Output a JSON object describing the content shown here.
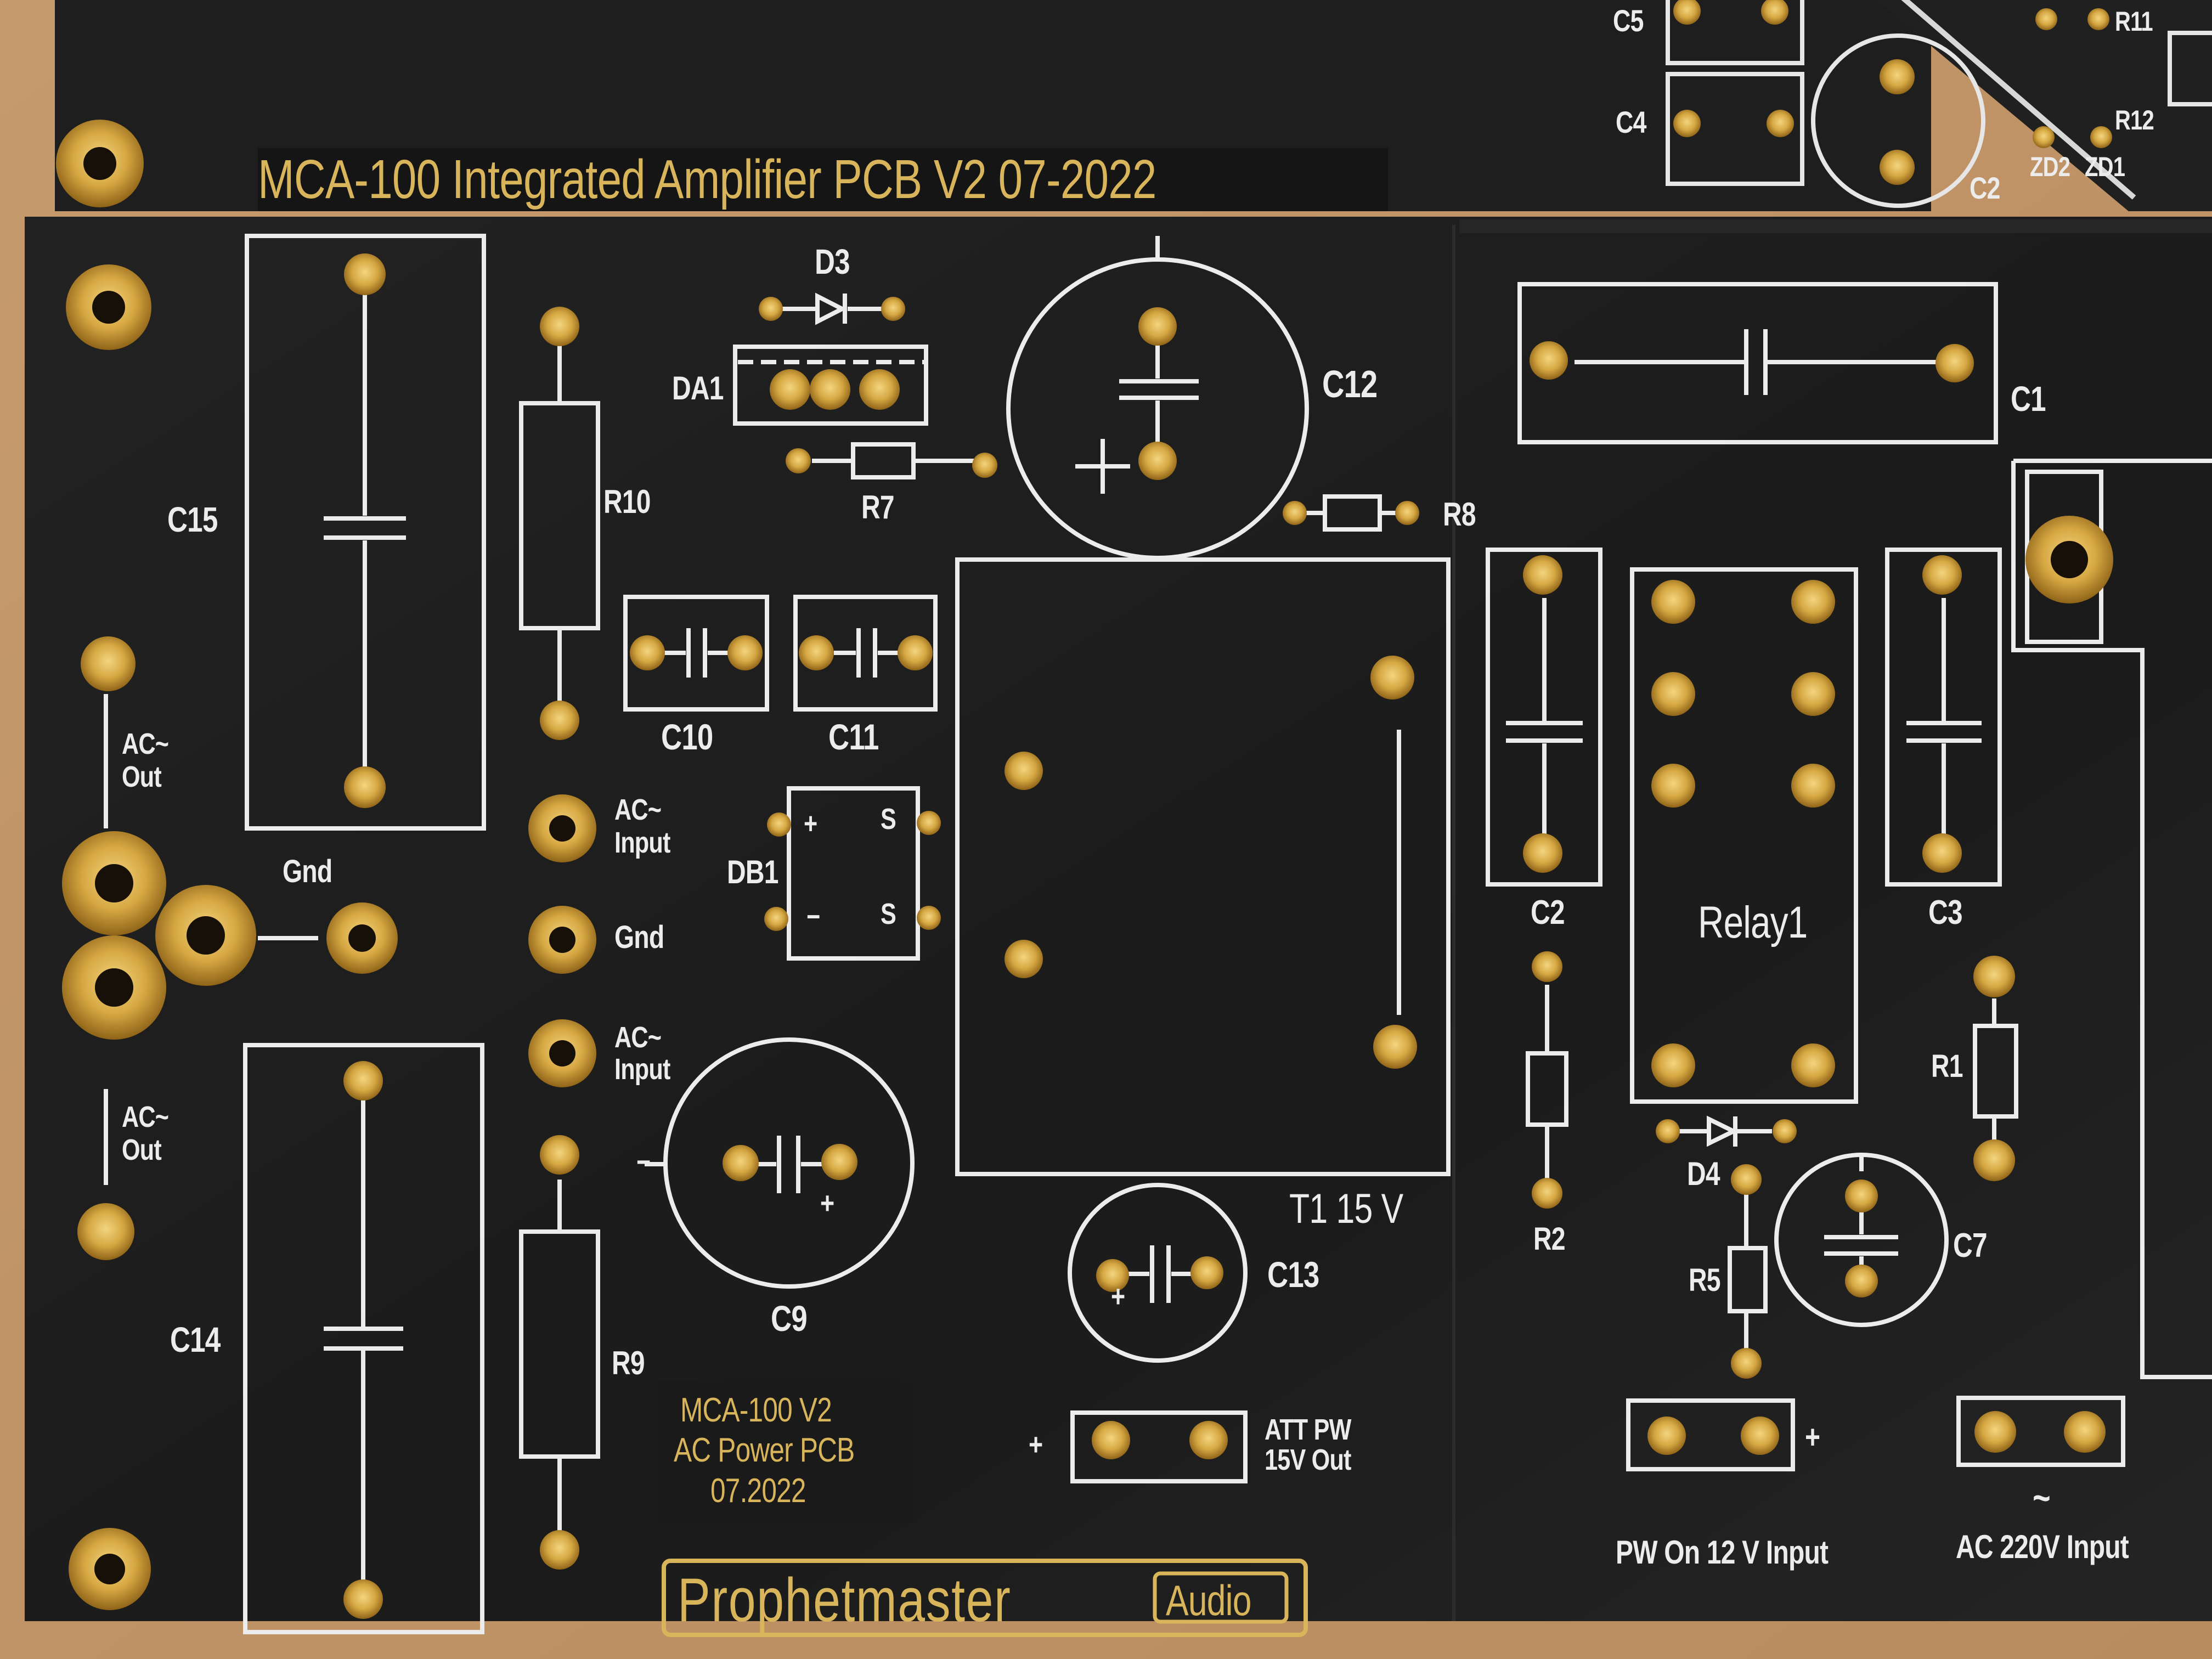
{
  "top_board": {
    "title": "MCA-100 Integrated Amplifier PCB V2  07-2022",
    "labels": [
      "C5",
      "C4",
      "C2",
      "R11",
      "R12",
      "ZD2",
      "ZD1"
    ]
  },
  "board": {
    "info_block": [
      "MCA-100 V2",
      "AC Power PCB",
      "07.2022"
    ],
    "brand": {
      "name": "Prophetmaster",
      "tag": "Audio"
    },
    "left": {
      "C15": "C15",
      "C14": "C14",
      "R10": "R10",
      "R9": "R9",
      "R7": "R7",
      "R8": "R8",
      "D3": "D3",
      "DA1": "DA1",
      "C10": "C10",
      "C11": "C11",
      "C12": "C12",
      "C9": "C9",
      "C13": "C13",
      "DB1": "DB1",
      "gnd1": "Gnd",
      "gnd2": "Gnd",
      "ac_out_1": [
        "AC~",
        "Out"
      ],
      "ac_out_2": [
        "AC~",
        "Out"
      ],
      "ac_input_1": [
        "AC~",
        "Input"
      ],
      "ac_input_2": [
        "AC~",
        "Input"
      ],
      "transformer": "T1 15 V",
      "att_pw": [
        "ATT PW",
        "15V Out"
      ],
      "plus1": "+",
      "plus2": "+",
      "plus3": "+",
      "minus": "−",
      "bridge_plus": "+",
      "bridge_minus": "−",
      "bridge_ac": "S"
    },
    "right": {
      "C1": "C1",
      "C2": "C2",
      "C3": "C3",
      "C7": "C7",
      "relay": "Relay1",
      "R1": "R1",
      "R2": "R2",
      "R5": "R5",
      "D4": "D4",
      "pw_on": "PW On 12 V Input",
      "ac220": "AC 220V Input",
      "ac_symbol": "~",
      "plus": "+"
    }
  },
  "colors": {
    "pcb": "#1c1c1c",
    "silk": "#ececec",
    "gold": "#d8b45a",
    "wood": "#c9a27a"
  }
}
